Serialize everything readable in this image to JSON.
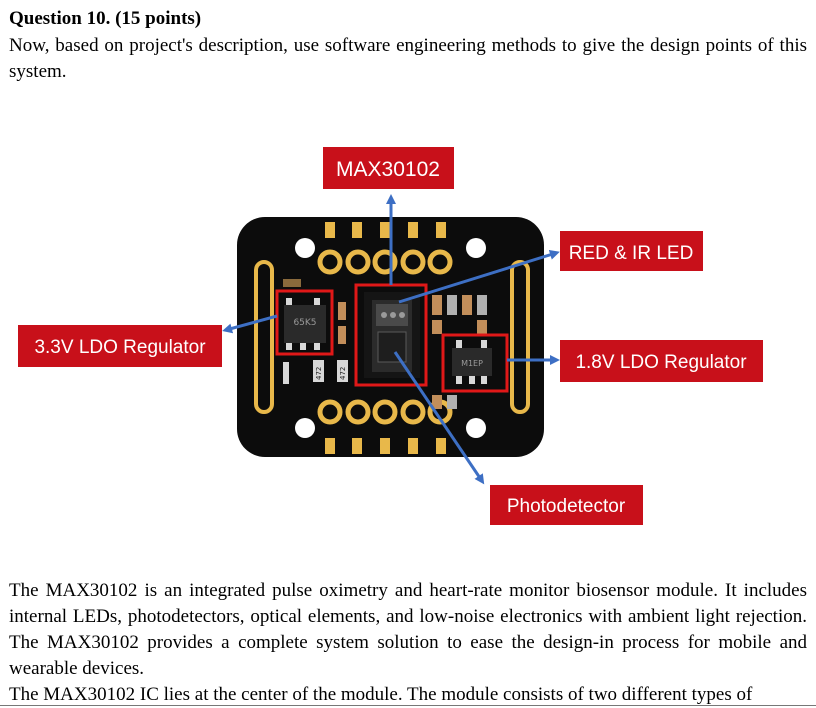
{
  "question": {
    "title": "Question 10. (15 points)",
    "prompt": "Now, based on project's description, use software engineering methods to give the design points of this system."
  },
  "figure": {
    "labels": {
      "max": "MAX30102",
      "led": "RED & IR LED",
      "ldo33": "3.3V LDO Regulator",
      "ldo18": "1.8V LDO Regulator",
      "photo": "Photodetector"
    },
    "chip_marks": {
      "ldo33_chip": "65K5",
      "ldo18_chip": "M1EP",
      "res_a": "472",
      "res_b": "472"
    },
    "colors": {
      "label_bg": "#c8101a",
      "highlight": "#e01818",
      "arrow": "#3d6fc4",
      "pcb": "#0c0c0c",
      "pad": "#e8b84a"
    }
  },
  "description": {
    "p1": "The MAX30102 is an integrated pulse oximetry and heart-rate monitor biosensor module. It includes internal LEDs, photodetectors, optical elements, and low-noise electronics with ambient light rejection. The MAX30102 provides a complete system solution to ease the design-in process for mobile and wearable devices.",
    "p2": "The MAX30102 IC lies at the center of the module. The module consists of two different types of"
  }
}
